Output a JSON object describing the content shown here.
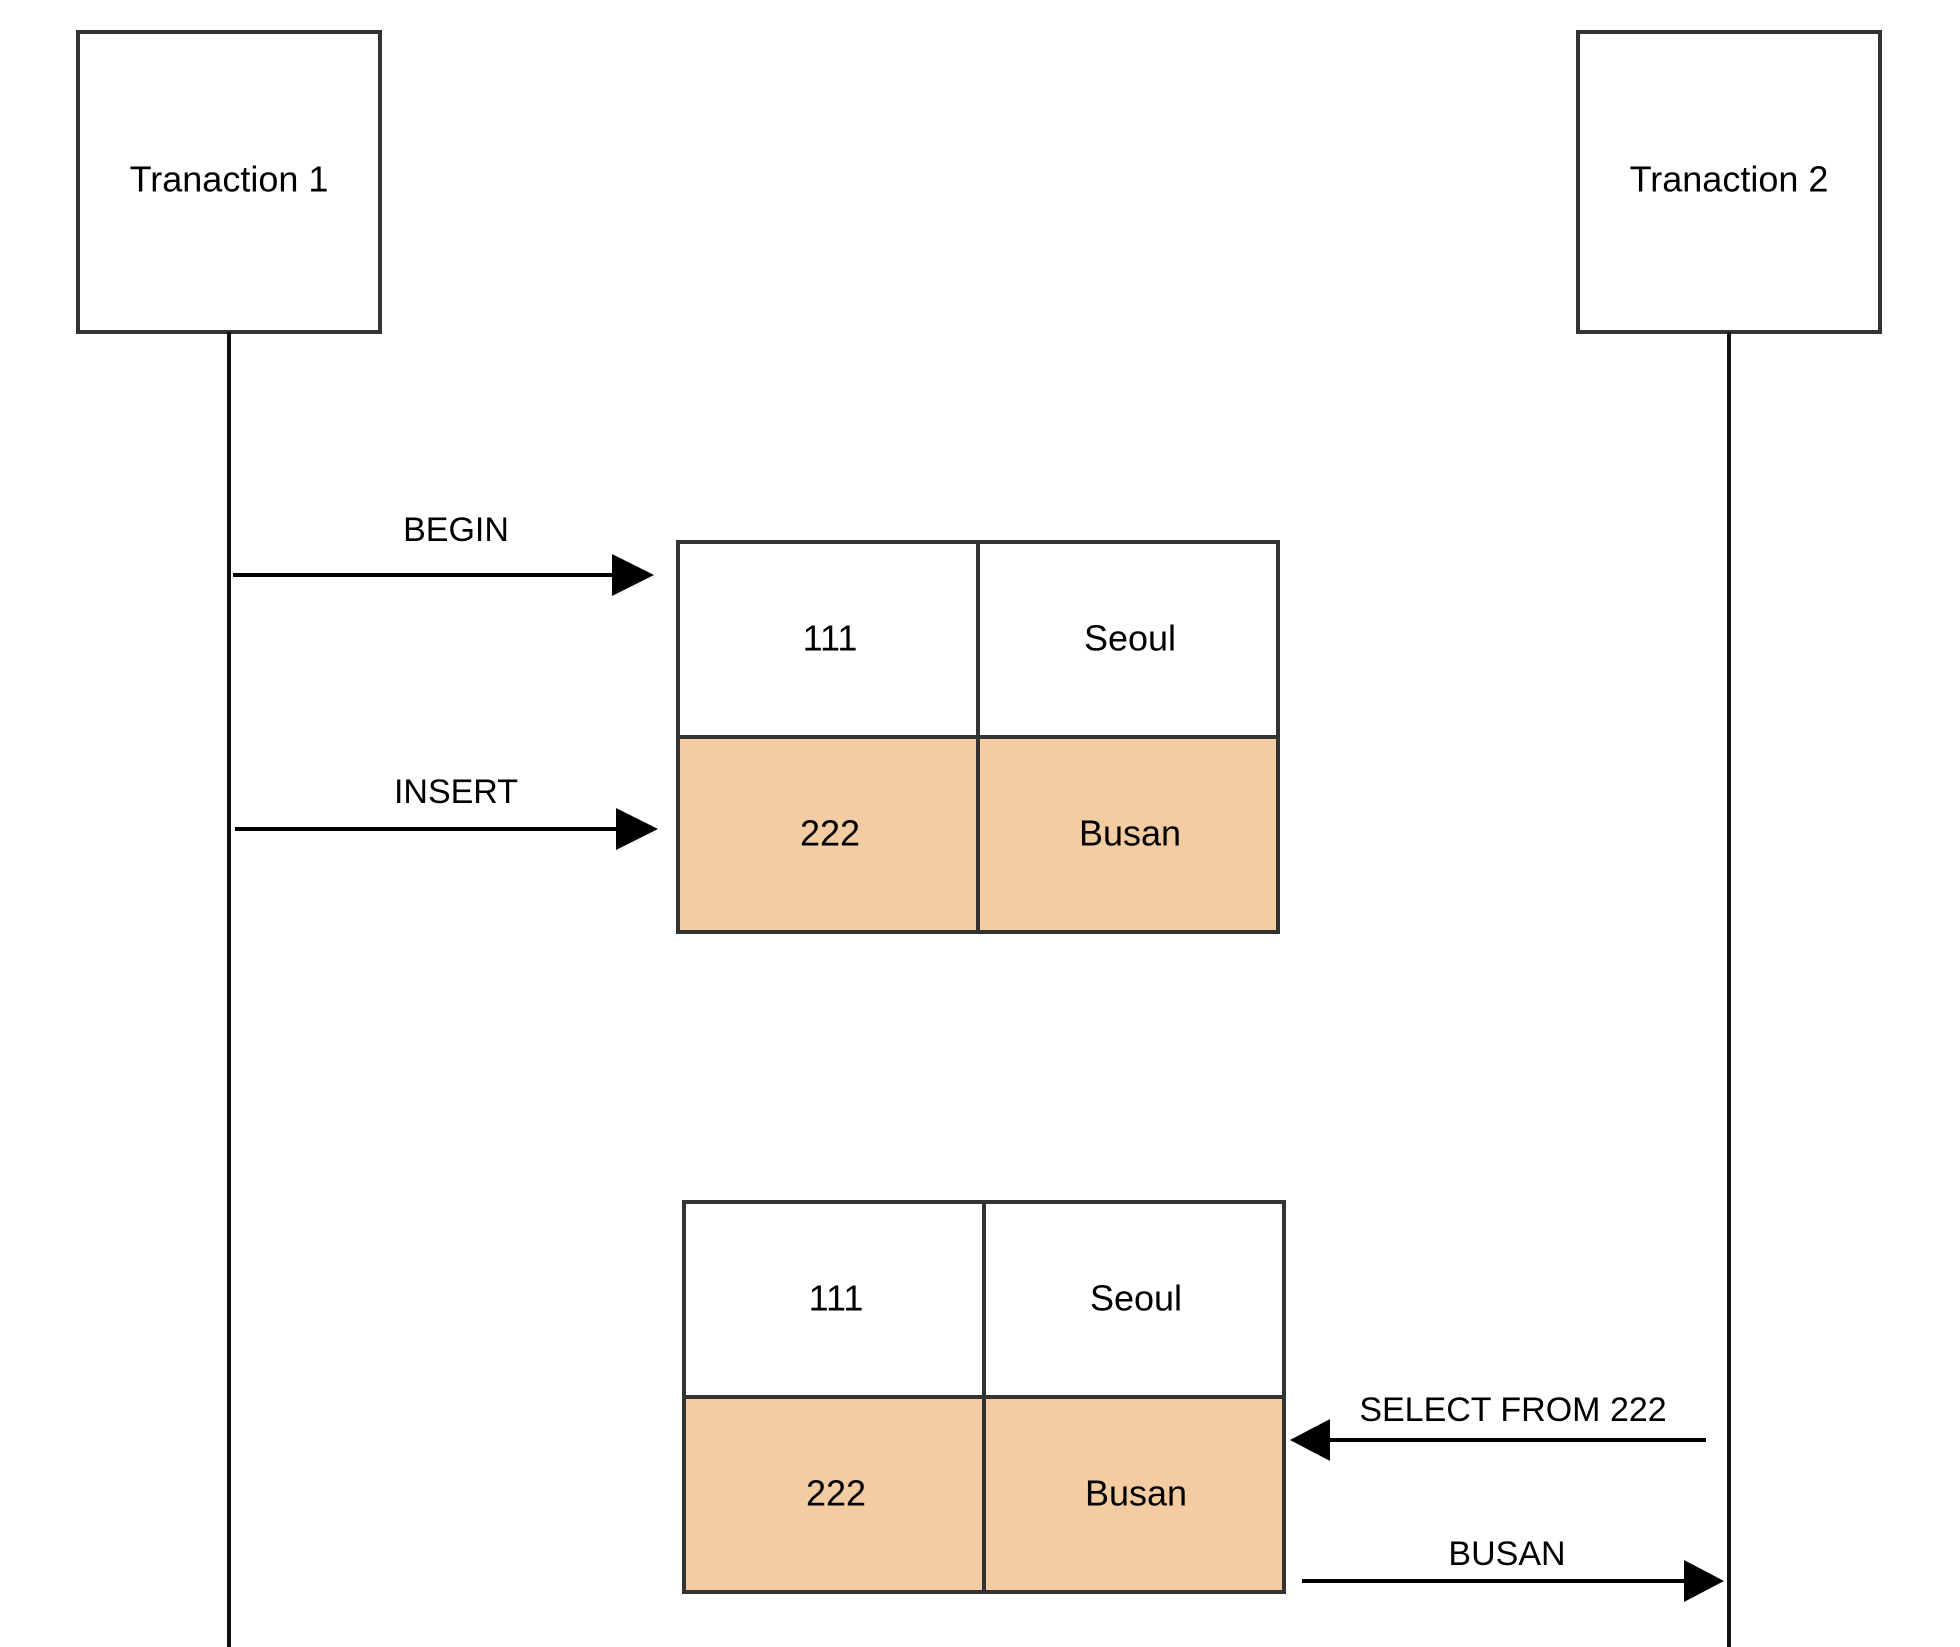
{
  "actors": {
    "left": {
      "label": "Tranaction 1"
    },
    "right": {
      "label": "Tranaction 2"
    }
  },
  "colors": {
    "highlight_row": "#f3cca2",
    "plain_row": "#ffffff",
    "stroke": "#333333"
  },
  "tables": [
    {
      "rows": [
        {
          "id": "111",
          "city": "Seoul",
          "highlighted": false
        },
        {
          "id": "222",
          "city": "Busan",
          "highlighted": true
        }
      ]
    },
    {
      "rows": [
        {
          "id": "111",
          "city": "Seoul",
          "highlighted": false
        },
        {
          "id": "222",
          "city": "Busan",
          "highlighted": true
        }
      ]
    }
  ],
  "messages": {
    "begin": {
      "label": "BEGIN",
      "from": "Tranaction 1",
      "to": "table 1"
    },
    "insert": {
      "label": "INSERT",
      "from": "Tranaction 1",
      "to": "table 1"
    },
    "select": {
      "label": "SELECT FROM 222",
      "from": "Tranaction 2",
      "to": "table 2"
    },
    "result": {
      "label": "BUSAN",
      "from": "table 2",
      "to": "Tranaction 2"
    }
  }
}
